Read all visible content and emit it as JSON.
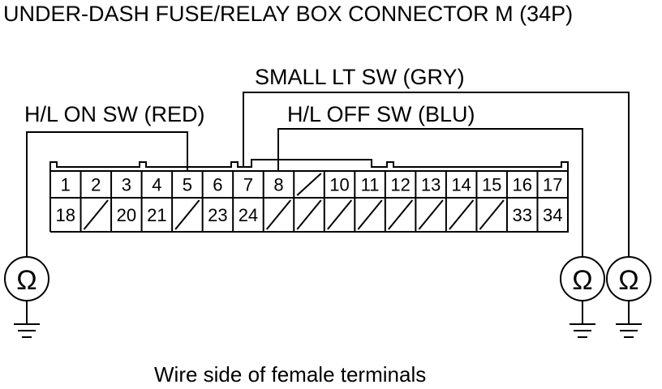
{
  "title": "UNDER-DASH FUSE/RELAY BOX CONNECTOR M (34P)",
  "caption": "Wire side of female terminals",
  "wires": {
    "small_lt": "SMALL LT SW (GRY)",
    "hl_on": "H/L ON SW (RED)",
    "hl_off": "H/L OFF SW (BLU)"
  },
  "connector": {
    "row1": [
      "1",
      "2",
      "3",
      "4",
      "5",
      "6",
      "7",
      "8",
      "",
      "10",
      "11",
      "12",
      "13",
      "14",
      "15",
      "16",
      "17"
    ],
    "row2": [
      "18",
      "",
      "20",
      "21",
      "",
      "23",
      "24",
      "",
      "",
      "",
      "",
      "",
      "",
      "",
      "",
      "33",
      "34"
    ]
  },
  "meter_symbol": "Ω",
  "colors": {
    "line": "#000000",
    "background": "#ffffff"
  }
}
